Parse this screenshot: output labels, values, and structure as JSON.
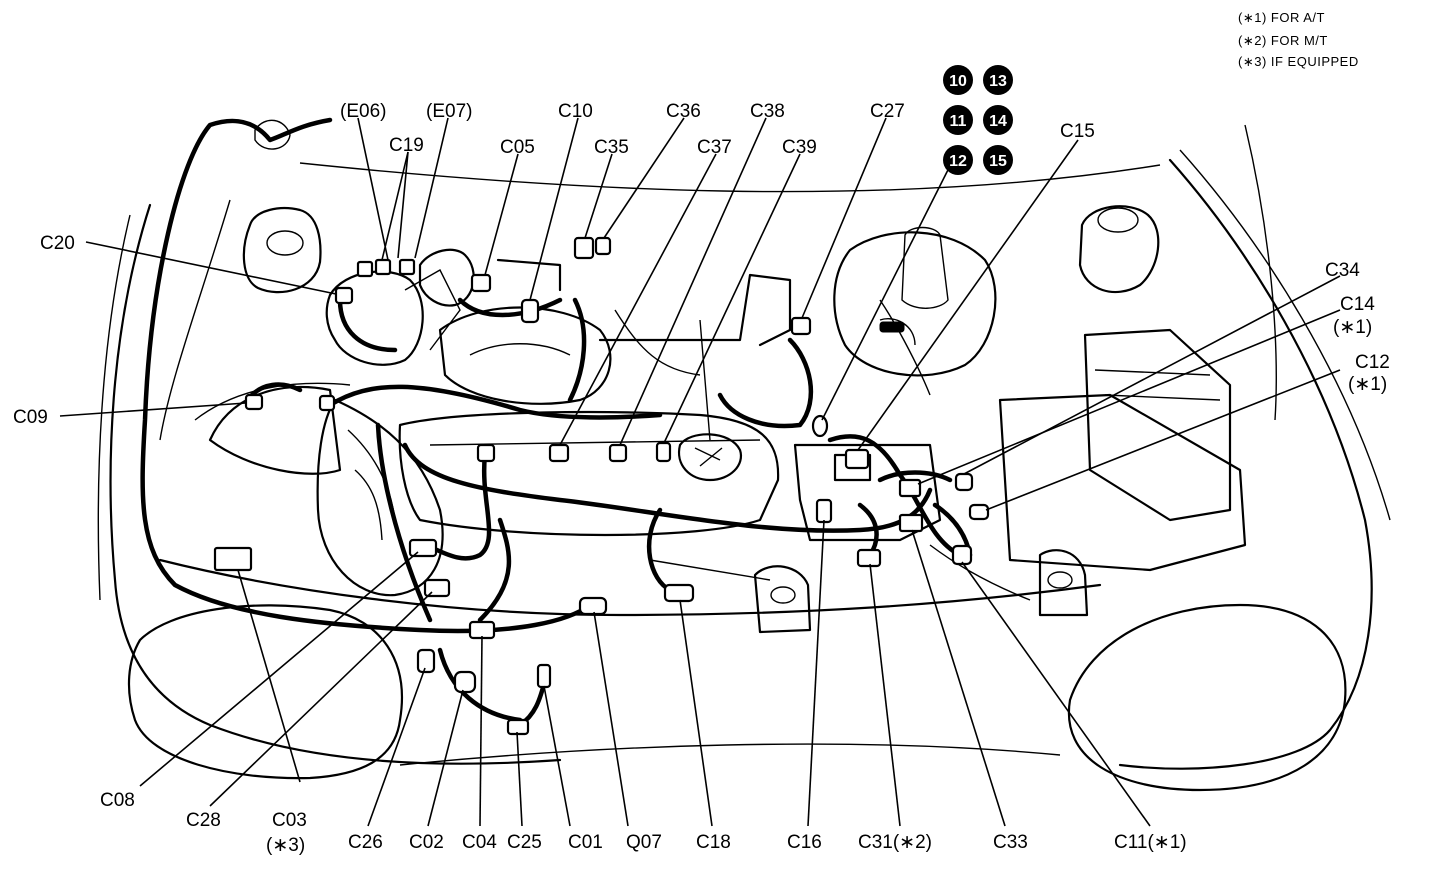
{
  "notes": [
    "(∗1) FOR A/T",
    "(∗2) FOR M/T",
    "(∗3) IF EQUIPPED"
  ],
  "badges": [
    "10",
    "13",
    "11",
    "14",
    "12",
    "15"
  ],
  "labels": {
    "E06": "(E06)",
    "E07": "(E07)",
    "C19": "C19",
    "C10": "C10",
    "C05": "C05",
    "C35": "C35",
    "C36": "C36",
    "C38": "C38",
    "C37": "C37",
    "C39": "C39",
    "C27": "C27",
    "C15": "C15",
    "C20": "C20",
    "C34": "C34",
    "C14": "C14",
    "C14_note": "(∗1)",
    "C12": "C12",
    "C12_note": "(∗1)",
    "C09": "C09",
    "C08": "C08",
    "C28": "C28",
    "C03": "C03",
    "C03_note": "(∗3)",
    "C26": "C26",
    "C02": "C02",
    "C04": "C04",
    "C25": "C25",
    "C01": "C01",
    "Q07": "Q07",
    "C18": "C18",
    "C16": "C16",
    "C31": "C31(∗2)",
    "C33": "C33",
    "C11": "C11(∗1)"
  },
  "colors": {
    "line": "#000000",
    "background": "#ffffff"
  }
}
